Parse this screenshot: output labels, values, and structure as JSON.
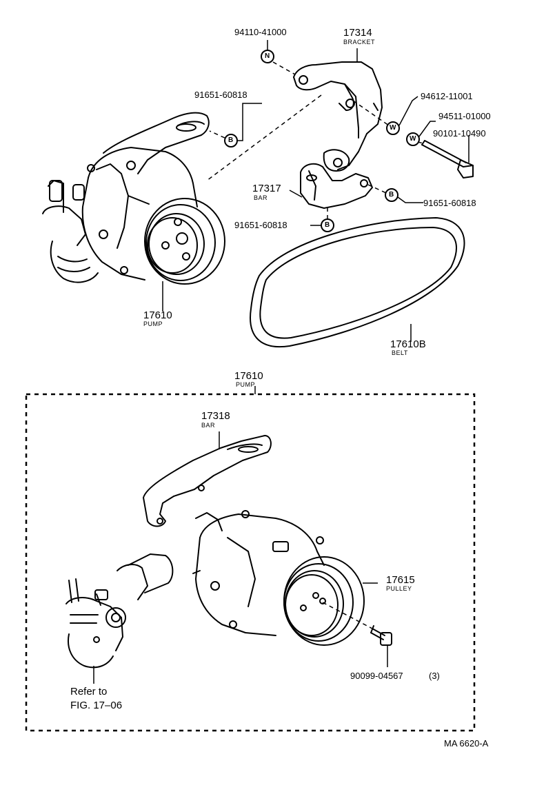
{
  "top_labels": {
    "nut_pn": "94110-41000",
    "bracket_pn": "17314",
    "bracket_name": "BRACKET",
    "bolt_a_pn": "91651-60818",
    "washer_a_pn": "94612-11001",
    "washer_b_pn": "94511-01000",
    "bolt_long_pn": "90101-10490",
    "bar_pn": "17317",
    "bar_name": "BAR",
    "bolt_b_pn": "91651-60818",
    "bolt_c_pn": "91651-60818",
    "pump_pn": "17610",
    "pump_name": "PUMP",
    "belt_pn": "17610B",
    "belt_name": "BELT"
  },
  "markers": {
    "nut": "N",
    "washer": "W",
    "bolt": "B"
  },
  "box_labels": {
    "pump_pn": "17610",
    "pump_name": "PUMP",
    "bar_pn": "17318",
    "bar_name": "BAR",
    "pulley_pn": "17615",
    "pulley_name": "PULLEY",
    "screw_pn": "90099-04567",
    "screw_qty": "(3)",
    "refer_line1": "Refer to",
    "refer_line2": "FIG. 17–06"
  },
  "footer": {
    "code": "MA  6620-A"
  }
}
